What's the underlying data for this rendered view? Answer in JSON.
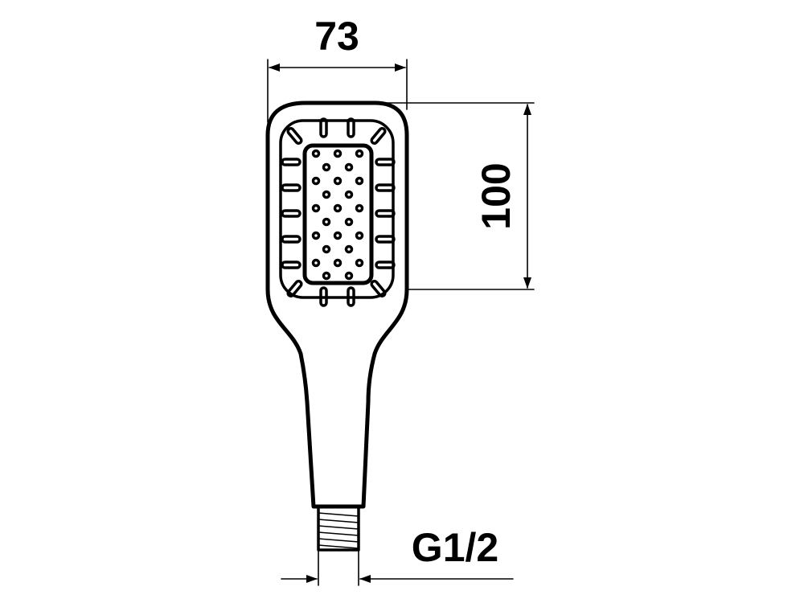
{
  "dimensions": {
    "width_label": "73",
    "height_label": "100",
    "thread_label": "G1/2"
  }
}
